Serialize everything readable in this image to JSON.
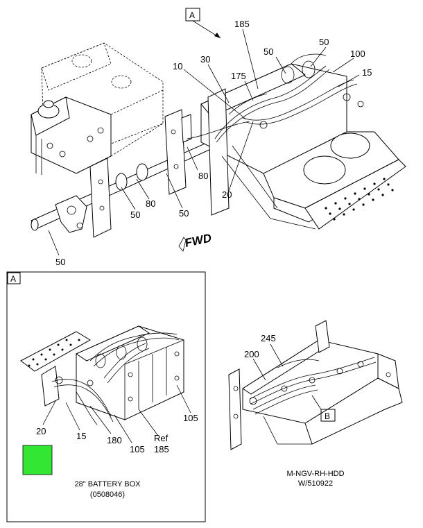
{
  "main_view": {
    "ref_box": "A",
    "callouts": [
      "185",
      "50",
      "50",
      "100",
      "30",
      "10",
      "175",
      "15",
      "80",
      "20",
      "80",
      "50",
      "50",
      "50"
    ],
    "direction_label": "FWD"
  },
  "detail_a": {
    "ref_box": "A",
    "callouts": [
      "20",
      "15",
      "180",
      "105",
      "Ref",
      "185",
      "105"
    ],
    "caption_line1": "28\" BATTERY BOX",
    "caption_line2": "(0508046)",
    "swatch_color": "#33e633"
  },
  "detail_b": {
    "callouts": [
      "245",
      "200"
    ],
    "ref_box": "B",
    "caption_line1": "M-NGV-RH-HDD",
    "caption_line2": "W/510922"
  }
}
